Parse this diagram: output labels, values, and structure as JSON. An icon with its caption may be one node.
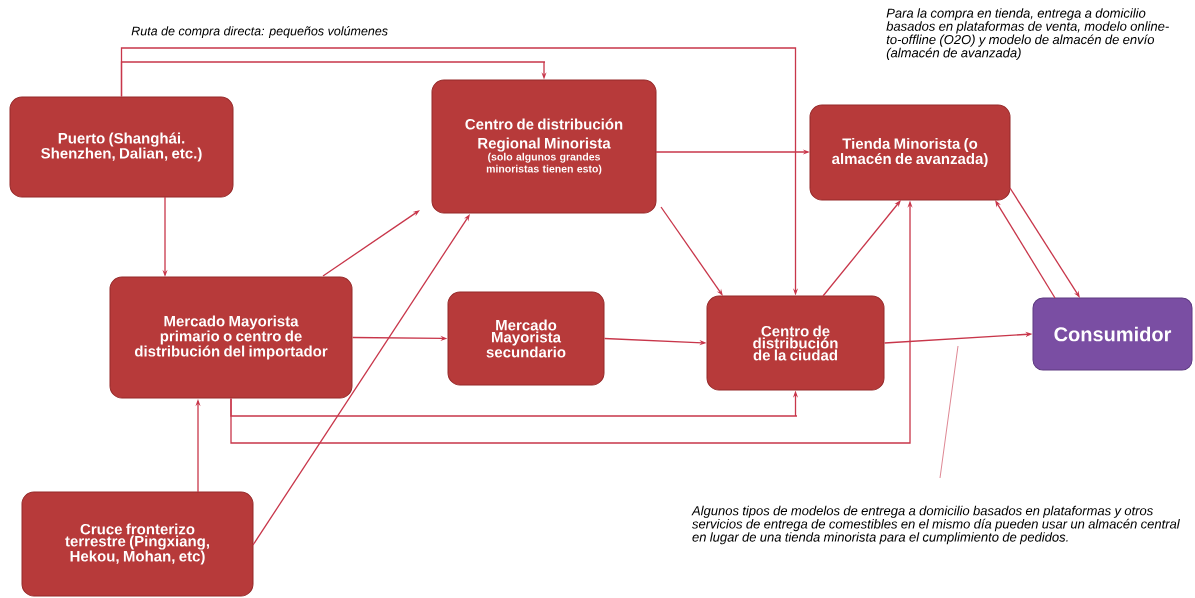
{
  "diagram": {
    "nodes": [
      {
        "text": [
          "Puerto (Shanghái. Shenzhen, Dalian, etc.)"
        ]
      },
      {
        "text": [
          "Centro de distribución Regional Minorista",
          "(solo algunos grandes minoristas tienen esto)"
        ]
      },
      {
        "text": [
          "Tienda Minorista (o almacén de avanzada)"
        ]
      },
      {
        "text": [
          "Mercado Mayorista primario o centro de distribución del importador"
        ]
      },
      {
        "text": [
          "Mercado Mayorista secundario"
        ]
      },
      {
        "text": [
          "Centro de distribución de la ciudad"
        ]
      },
      {
        "text": [
          "Consumidor"
        ]
      },
      {
        "text": [
          "Cruce fronterizo terrestre (Pingxiang, Hekou, Mohan, etc)"
        ]
      },
      {
        "text": [
          "Algunos tipos de modelos de entrega a domicilio basados en plataformas y otros servicios de entrega de comestibles en el mismo día pueden usar un almacén central en lugar de una tienda minorista para el cumplimiento de pedidos."
        ]
      }
    ],
    "edges": [
      {
        "from": 0,
        "to": 5,
        "arrow": "to",
        "label": "Ruta de compra directa: pequeños volúmenes"
      },
      {
        "from": 0,
        "to": 1,
        "arrow": "to"
      },
      {
        "from": 0,
        "to": 3,
        "arrow": "to"
      },
      {
        "from": 3,
        "to": 1,
        "arrow": "to"
      },
      {
        "from": 7,
        "to": 1,
        "arrow": "to"
      },
      {
        "from": 7,
        "to": 3,
        "arrow": "to"
      },
      {
        "from": 3,
        "to": 4,
        "arrow": "to"
      },
      {
        "from": 3,
        "to": 5,
        "arrow": "to"
      },
      {
        "from": 3,
        "to": 2,
        "arrow": "to"
      },
      {
        "from": 1,
        "to": 2,
        "arrow": "to"
      },
      {
        "from": 1,
        "to": 5,
        "arrow": "to"
      },
      {
        "from": 4,
        "to": 5,
        "arrow": "to"
      },
      {
        "from": 5,
        "to": 2,
        "arrow": "to"
      },
      {
        "from": 5,
        "to": 6,
        "arrow": "to"
      },
      {
        "from": 2,
        "to": 6,
        "arrow": "to"
      },
      {
        "from": 6,
        "to": 2,
        "arrow": "to"
      },
      {
        "from": 8,
        "to": null,
        "arrow": "none"
      }
    ],
    "labels": [
      "Para la compra en tienda, entrega a domicilio basados en plataformas de venta, modelo online-to-offline (O2O) y modelo de almacén de envío (almacén de avanzada)"
    ]
  }
}
